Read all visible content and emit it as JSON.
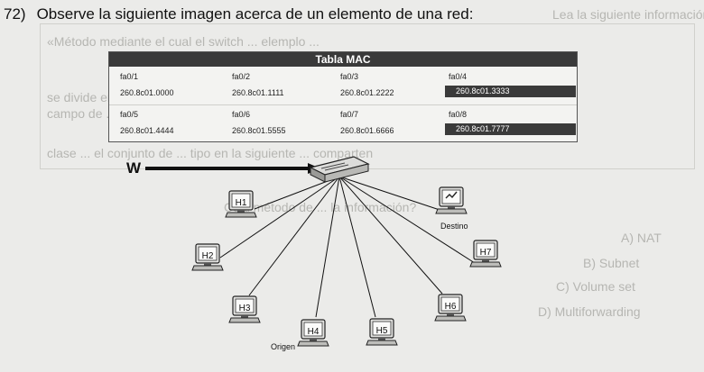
{
  "question": {
    "number": "72)",
    "text": "Observe la siguiente imagen acerca de un elemento de una red:"
  },
  "mac_table": {
    "title": "Tabla MAC",
    "entries": [
      {
        "port": "fa0/1",
        "mac": "260.8c01.0000",
        "highlight": false
      },
      {
        "port": "fa0/2",
        "mac": "260.8c01.1111",
        "highlight": false
      },
      {
        "port": "fa0/3",
        "mac": "260.8c01.2222",
        "highlight": false
      },
      {
        "port": "fa0/4",
        "mac": "260.8c01.3333",
        "highlight": true
      },
      {
        "port": "fa0/5",
        "mac": "260.8c01.4444",
        "highlight": false
      },
      {
        "port": "fa0/6",
        "mac": "260.8c01.5555",
        "highlight": false
      },
      {
        "port": "fa0/7",
        "mac": "260.8c01.6666",
        "highlight": false
      },
      {
        "port": "fa0/8",
        "mac": "260.8c01.7777",
        "highlight": true
      }
    ]
  },
  "diagram": {
    "arrow_label": "W",
    "switch_icon": "switch-icon",
    "computer_icon": "computer-icon",
    "hosts": [
      {
        "id": "H1",
        "label": "H1",
        "caption": ""
      },
      {
        "id": "H2",
        "label": "H2",
        "caption": ""
      },
      {
        "id": "H3",
        "label": "H3",
        "caption": ""
      },
      {
        "id": "H4",
        "label": "H4",
        "caption": "Origen"
      },
      {
        "id": "H5",
        "label": "H5",
        "caption": ""
      },
      {
        "id": "H6",
        "label": "H6",
        "caption": ""
      },
      {
        "id": "H7",
        "label": "H7",
        "caption": ""
      },
      {
        "id": "Destino",
        "label": "",
        "caption": "Destino"
      }
    ]
  },
  "bleed_through": {
    "lines": [
      "Lea la siguiente información",
      "«Método mediante el cual el switch ... elemplo ...",
      "se divide en ... sus ... mascara de subred ... cada",
      "campo de ... equipo ... una ... un",
      "clase ... el conjunto de ... tipo en la siguiente ... comparten",
      "Cuál método de ... la información?",
      "A)   NAT",
      "B)   Subnet",
      "C)   Volume set",
      "D)   Multiforwarding"
    ]
  }
}
